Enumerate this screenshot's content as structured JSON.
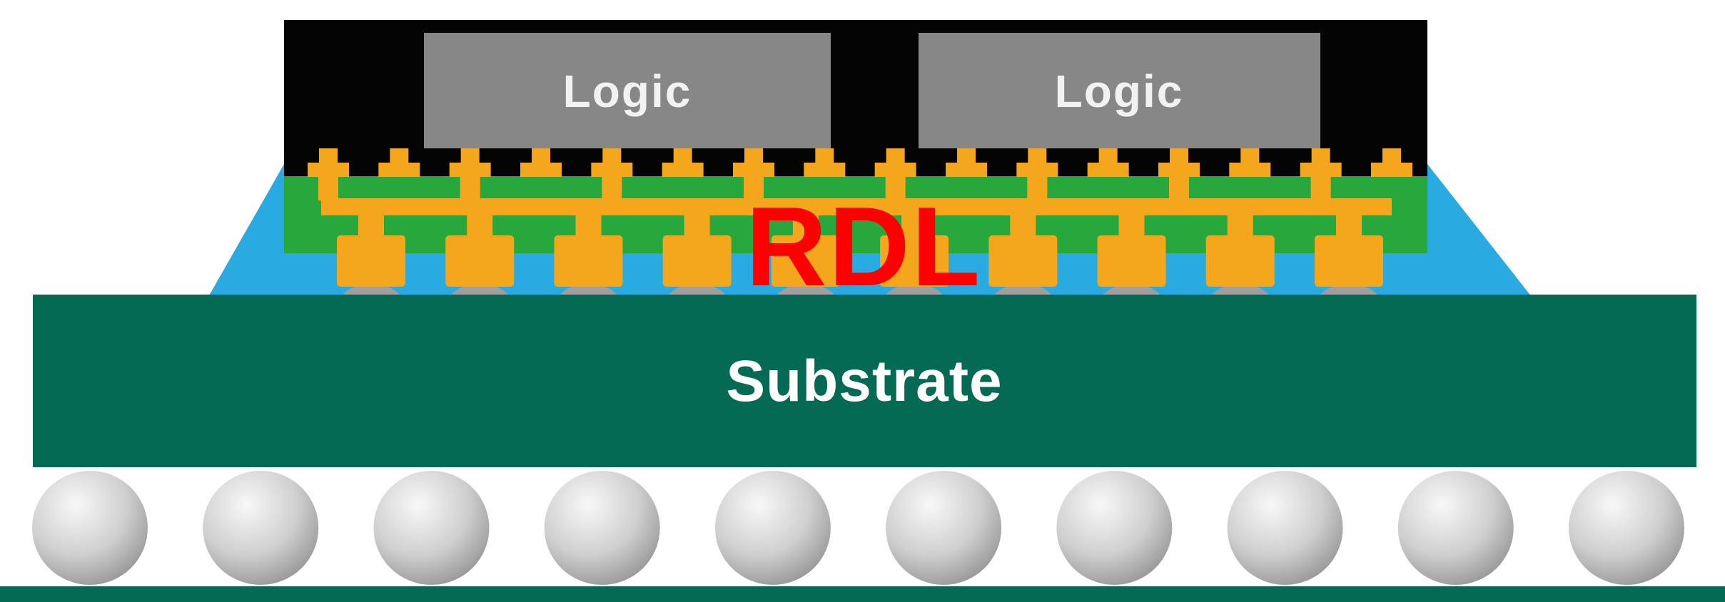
{
  "diagram": {
    "type": "semiconductor-package-cross-section",
    "labels": {
      "die_left": "Logic",
      "die_right": "Logic",
      "rdl": "RDL",
      "substrate": "Substrate"
    },
    "colors": {
      "background": "#ffffff",
      "mold": "#040404",
      "die": "#878787",
      "die_label": "#f2f2f2",
      "rdl_layer": "#28a73c",
      "copper": "#f4a71c",
      "fanout": "#29abe2",
      "substrate": "#056a53",
      "substrate_label": "#ffffff",
      "rdl_label": "#fe0000",
      "solder_dome": "#9f9f9f",
      "ball_light": "#f8f8f8",
      "ball_mid": "#cfcfcf",
      "ball_dark": "#8e8e8e",
      "bottom_strip": "#056a53"
    },
    "counts": {
      "dies": 2,
      "micro_bumps": 16,
      "vias": 8,
      "rdl_bumps": 10,
      "bga_balls": 10
    }
  }
}
